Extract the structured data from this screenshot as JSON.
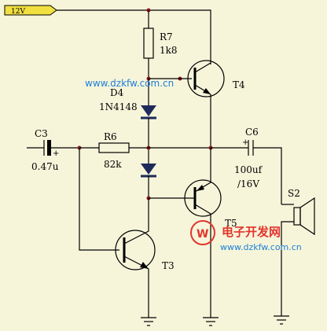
{
  "rail_label": "12V",
  "components": {
    "r7": {
      "ref": "R7",
      "value": "1k8"
    },
    "d4": {
      "ref": "D4",
      "value": "1N4148"
    },
    "c3": {
      "ref": "C3",
      "value": "0.47u"
    },
    "r6": {
      "ref": "R6",
      "value": "82k"
    },
    "c6": {
      "ref": "C6",
      "value": "100uf",
      "rating": "/16V",
      "polarity": "+"
    },
    "t4": {
      "ref": "T4"
    },
    "t5": {
      "ref": "T5"
    },
    "t3": {
      "ref": "T3"
    },
    "s2": {
      "ref": "S2"
    },
    "c3_polarity": "+"
  },
  "watermarks": {
    "url_top": "www.dzkfw.com.cn",
    "cn_brand": "电子开发网",
    "url_bottom": "www.dzkfw.com.cn"
  },
  "colors": {
    "background": "#f6f5da",
    "rail_tag": "#f0e040",
    "junction": "#8b1a1a",
    "watermark_blue": "#1f7fd8",
    "watermark_red": "#e2352c",
    "diode_fill": "#1e2a5a"
  }
}
